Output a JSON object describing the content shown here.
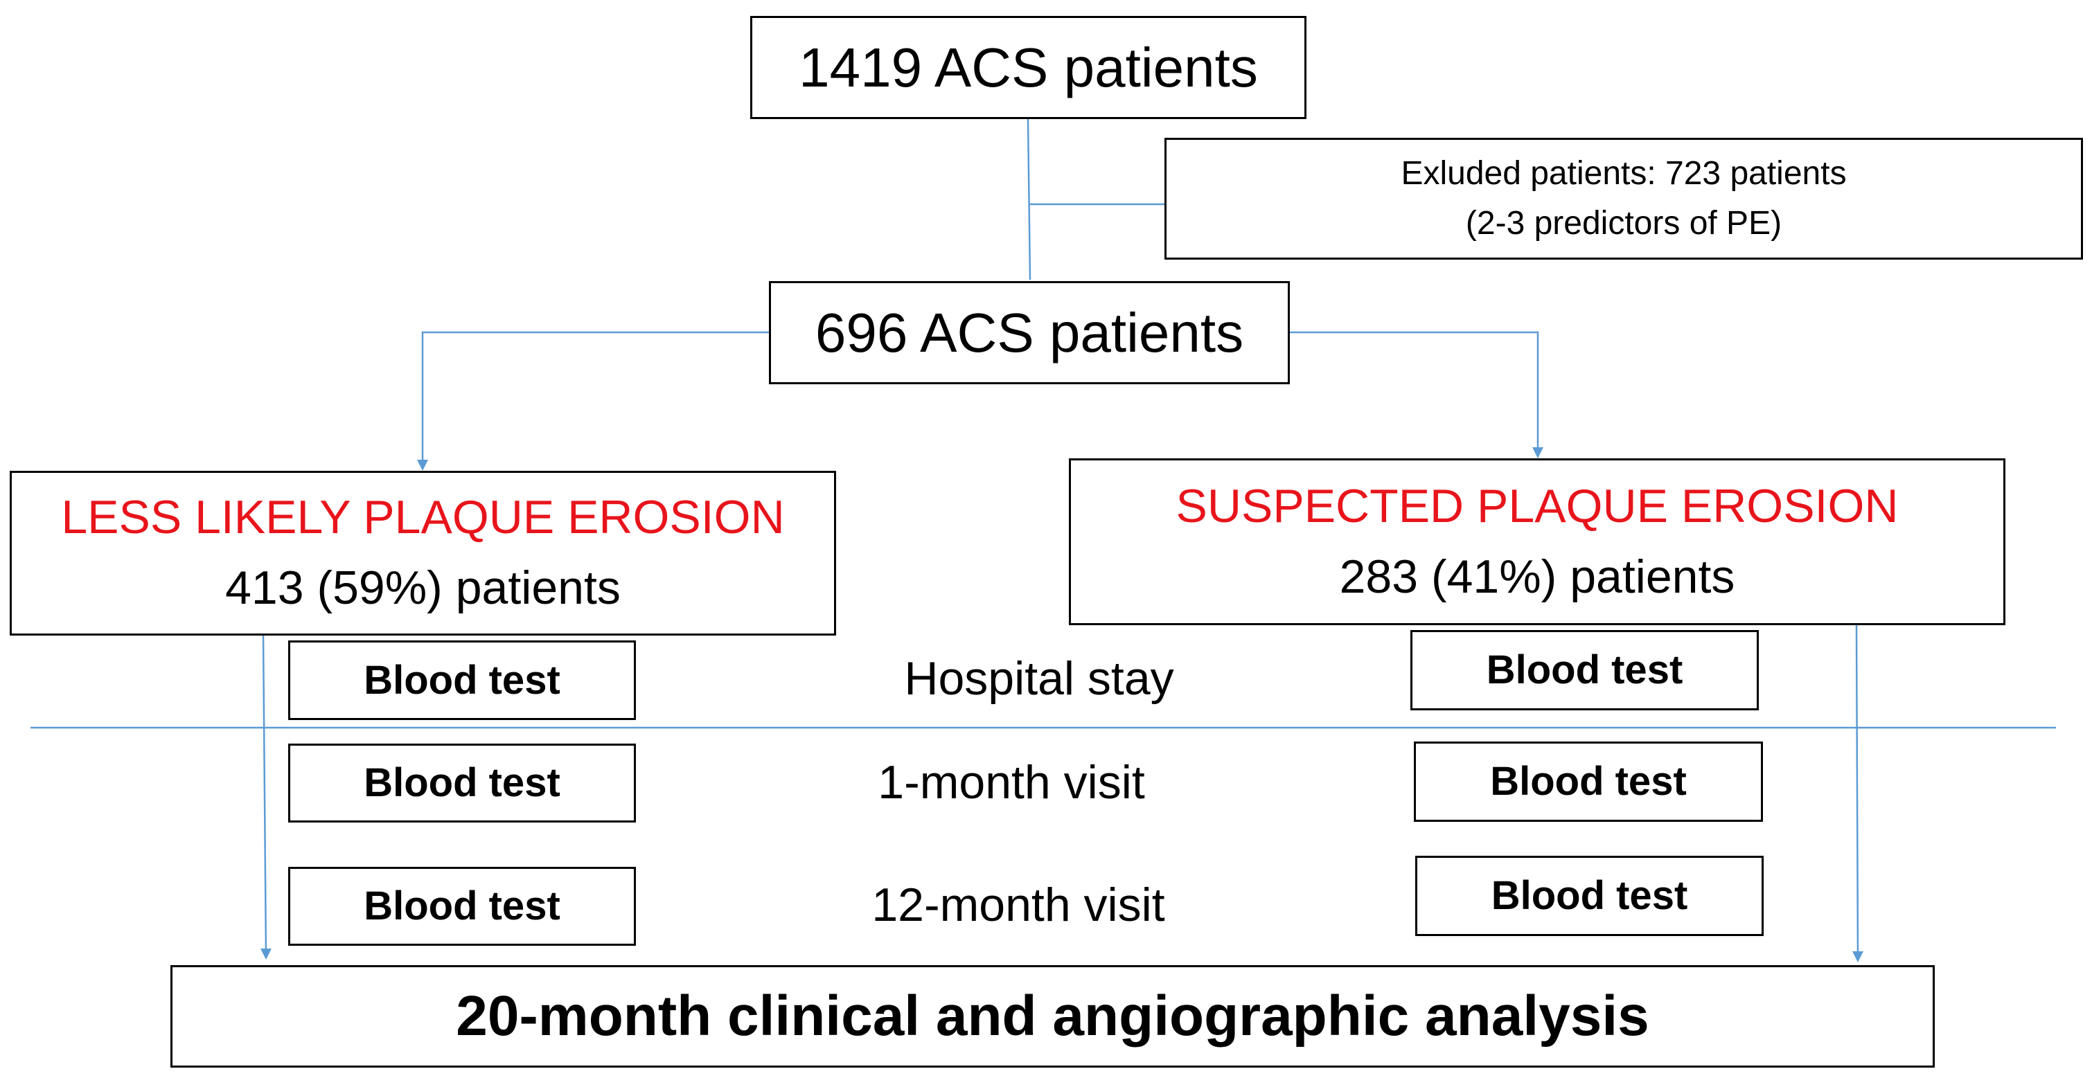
{
  "diagram": {
    "top_box": {
      "text": "1419 ACS patients"
    },
    "excluded_box": {
      "line1": "Exluded patients: 723 patients",
      "line2": "(2-3 predictors of PE)"
    },
    "middle_box": {
      "text": "696 ACS patients"
    },
    "left_group": {
      "heading": "LESS LIKELY PLAQUE EROSION",
      "count": "413 (59%) patients"
    },
    "right_group": {
      "heading": "SUSPECTED PLAQUE EROSION",
      "count": "283 (41%) patients"
    },
    "timepoints": [
      {
        "label": "Hospital stay"
      },
      {
        "label": "1-month visit"
      },
      {
        "label": "12-month visit"
      }
    ],
    "blood_test_label": "Blood test",
    "final_box": {
      "text": "20-month clinical and angiographic analysis"
    },
    "colors": {
      "connector": "#5b9bd5",
      "group_heading": "#e8141b",
      "border": "#000000"
    }
  }
}
